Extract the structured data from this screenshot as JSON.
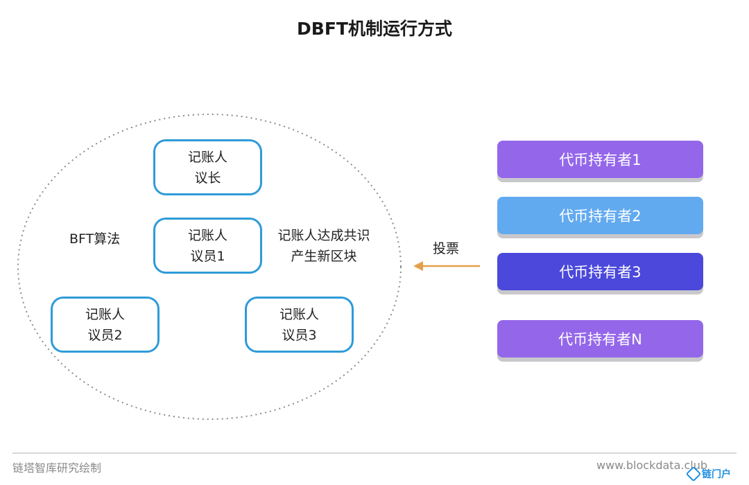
{
  "title": "DBFT机制运行方式",
  "bft_label": "BFT算法",
  "consensus_label": [
    "记账人达成共识",
    "产生新区块"
  ],
  "vote_label": "投票",
  "nodes": [
    {
      "line1": "记账人",
      "line2": "议长"
    },
    {
      "line1": "记账人",
      "line2": "议员1"
    },
    {
      "line1": "记账人",
      "line2": "议员2"
    },
    {
      "line1": "记账人",
      "line2": "议员3"
    }
  ],
  "holders": [
    {
      "label": "代币持有者1",
      "color": "#9467ea"
    },
    {
      "label": "代币持有者2",
      "color": "#62aaf0"
    },
    {
      "label": "代币持有者3",
      "color": "#4b48db"
    },
    {
      "label": "代币持有者N",
      "color": "#9467ea"
    }
  ],
  "colors": {
    "node_border": "#2e9bd8",
    "arrow": "#e4a04a",
    "ellipse": "#8a8a8a"
  },
  "footer": {
    "source": "链塔智库研究绘制",
    "url": "www.blockdata.club"
  },
  "logo": {
    "text": "链门户"
  }
}
